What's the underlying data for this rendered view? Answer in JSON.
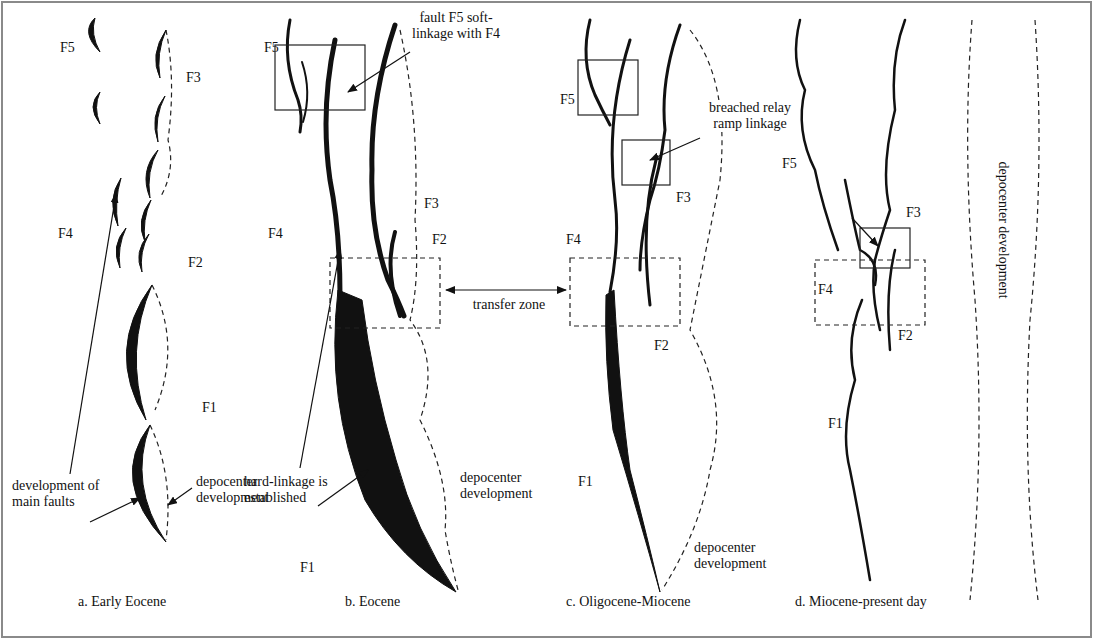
{
  "diagram": {
    "labels": [
      "F5",
      "F3",
      "F4",
      "F2",
      "F1",
      "development of main faults",
      "depocenter development",
      "a. Early Eocene",
      "F5",
      "fault F5 soft-linkage with F4",
      "F3",
      "F4",
      "F2",
      "transfer zone",
      "hard-linkage is established",
      "depocenter development",
      "F1",
      "b. Eocene",
      "F5",
      "breached relay ramp linkage",
      "F3",
      "F4",
      "F2",
      "F1",
      "depocenter development",
      "c. Oligocene-Miocene",
      "F5",
      "F3",
      "F4",
      "F2",
      "F1",
      "depocenter development",
      "d. Miocene-present day"
    ]
  }
}
